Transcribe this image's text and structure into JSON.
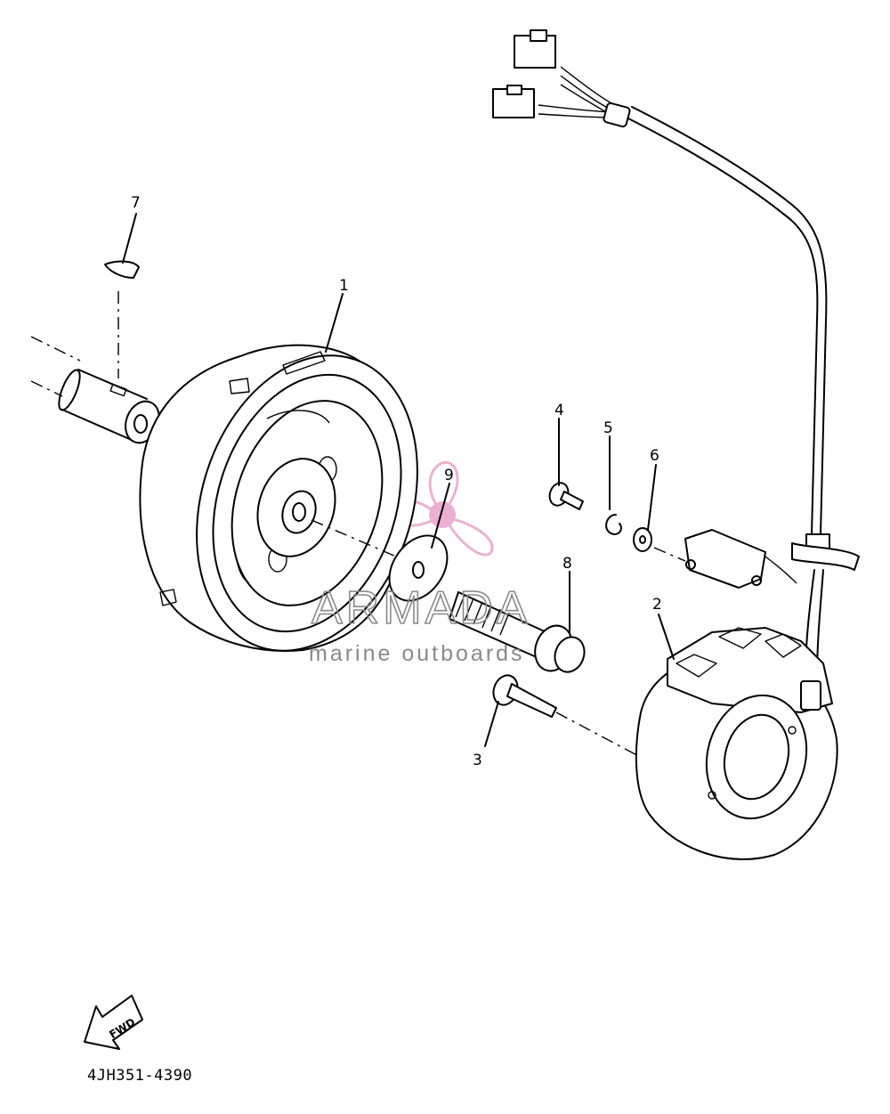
{
  "parts": [
    {
      "number": "1"
    },
    {
      "number": "2"
    },
    {
      "number": "3"
    },
    {
      "number": "4"
    },
    {
      "number": "5"
    },
    {
      "number": "6"
    },
    {
      "number": "7"
    },
    {
      "number": "8"
    },
    {
      "number": "9"
    }
  ],
  "fwd_arrow": {
    "label": "FWD",
    "icon": "fwd-arrow-icon"
  },
  "diagram_code": "4JH351-4390",
  "watermark": {
    "brand": "ARMADA",
    "tagline": "marine outboards",
    "logo": "propeller-logo-icon",
    "color": "#e6a6c8"
  }
}
